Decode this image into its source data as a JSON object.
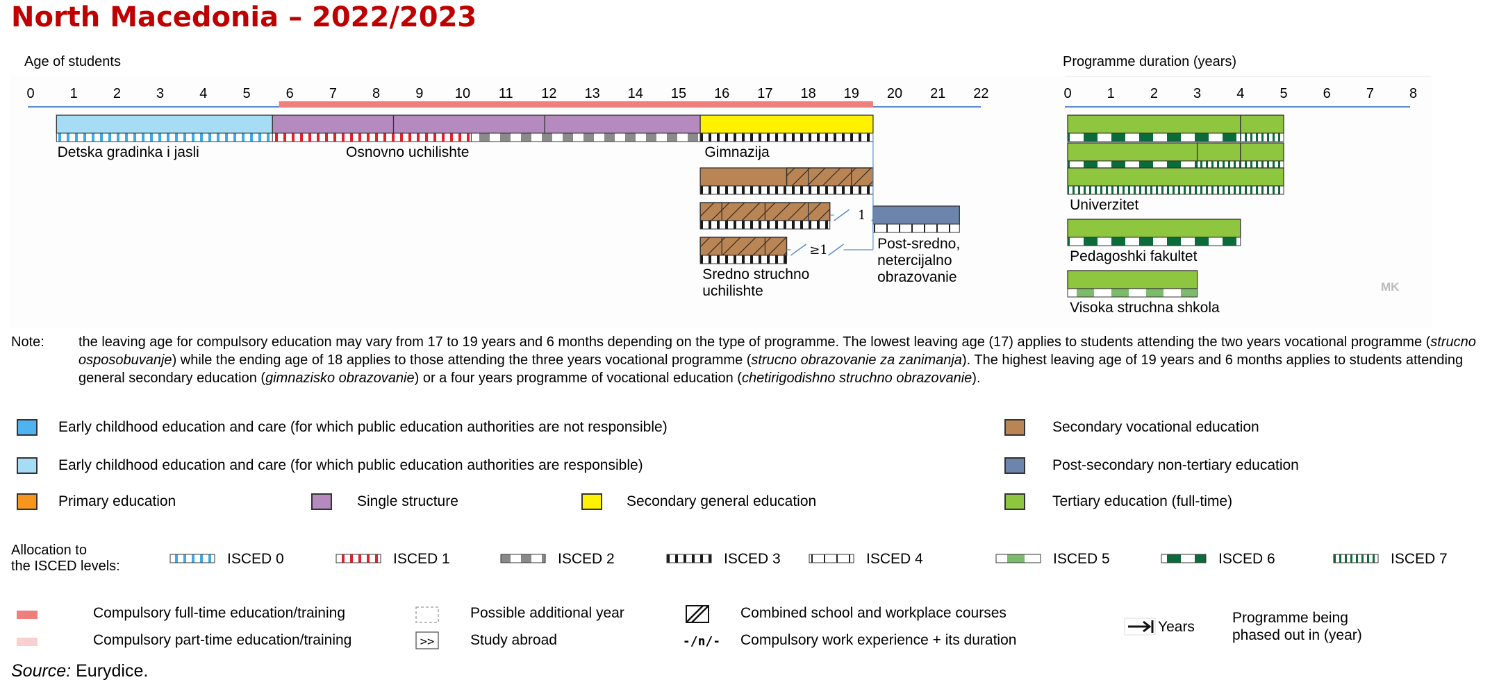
{
  "title": "North Macedonia – 2022/2023",
  "age_axis": {
    "title": "Age of students",
    "ticks": [
      "0",
      "1",
      "2",
      "3",
      "4",
      "5",
      "6",
      "7",
      "8",
      "9",
      "10",
      "11",
      "12",
      "13",
      "14",
      "15",
      "16",
      "17",
      "18",
      "19",
      "20",
      "21",
      "22"
    ]
  },
  "duration_axis": {
    "title": "Programme duration (years)",
    "ticks": [
      "0",
      "1",
      "2",
      "3",
      "4",
      "5",
      "6",
      "7",
      "8"
    ]
  },
  "compulsory_range": [
    5.75,
    19.5
  ],
  "programmes": [
    {
      "label": "Detska gradinka i jasli",
      "type": "ecec-public",
      "start": 0.6,
      "end": 5.6,
      "isced": "isced0"
    },
    {
      "label": "Osnovno uchilishte",
      "type": "single-structure",
      "start": 5.6,
      "end": 15.5,
      "dividers": [
        8.4,
        11.9
      ],
      "isced_parts": [
        [
          "isced1",
          5.6,
          10.2
        ],
        [
          "isced2",
          10.2,
          15.5
        ]
      ]
    },
    {
      "label": "Gimnazija",
      "type": "secondary-general",
      "start": 15.5,
      "end": 19.5,
      "isced": "isced3"
    },
    {
      "label": "",
      "type": "secondary-vocational",
      "start": 15.5,
      "end": 19.5,
      "combined_from": 17.5,
      "isced": "isced3"
    },
    {
      "label": "",
      "type": "secondary-vocational",
      "start": 15.5,
      "end": 18.5,
      "combined_from": 15.5,
      "isced": "isced3",
      "work_experience": "1"
    },
    {
      "label": "Sredno struchno\nuchilishte",
      "type": "secondary-vocational",
      "start": 15.5,
      "end": 17.5,
      "combined_from": 15.5,
      "isced": "isced3",
      "work_experience": "≥1"
    },
    {
      "label": "Post-sredno,\nnetercijalno\nobrazovanie",
      "type": "post-secondary",
      "start": 19.5,
      "end": 21.5,
      "isced": "isced4"
    }
  ],
  "tertiary": [
    {
      "label": "",
      "bars": [
        {
          "start": 0,
          "end": 4,
          "isced": "isced6"
        },
        {
          "start": 4,
          "end": 5,
          "isced": "isced7"
        }
      ]
    },
    {
      "label": "",
      "bars": [
        {
          "start": 0,
          "end": 3,
          "isced": "isced6"
        },
        {
          "start": 3,
          "end": 4,
          "isced": "isced7"
        },
        {
          "start": 4,
          "end": 5,
          "isced": "isced7"
        }
      ]
    },
    {
      "label": "Univerzitet",
      "bars": [
        {
          "start": 0,
          "end": 5,
          "isced": "isced7"
        }
      ]
    },
    {
      "label": "Pedagoshki fakultet",
      "bars": [
        {
          "start": 0,
          "end": 4,
          "isced": "isced6"
        }
      ]
    },
    {
      "label": "Visoka struchna shkola",
      "bars": [
        {
          "start": 0,
          "end": 3,
          "isced": "isced5"
        }
      ]
    }
  ],
  "country_code": "MK",
  "note": {
    "label": "Note:",
    "parts": [
      {
        "t": "the leaving age for compulsory education may vary from 17 to 19 years and 6 months depending on the type of programme. The lowest leaving age (17) applies to students attending the two years vocational programme (",
        "i": false
      },
      {
        "t": "strucno osposobuvanje",
        "i": true
      },
      {
        "t": ") while the ending age of 18 applies to those attending the three years vocational programme (",
        "i": false
      },
      {
        "t": "strucno obrazovanie za zanimanja",
        "i": true
      },
      {
        "t": "). The highest leaving age of 19 years and 6 months applies to students attending general secondary education (",
        "i": false
      },
      {
        "t": "gimnazisko obrazovanie",
        "i": true
      },
      {
        "t": ") or a four years programme of vocational education (",
        "i": false
      },
      {
        "t": "chetirigodishno struchno obrazovanie",
        "i": true
      },
      {
        "t": ").",
        "i": false
      }
    ]
  },
  "colors": {
    "ecec_not_responsible": "#4fb3ef",
    "ecec_responsible": "#a6dcf6",
    "primary": "#f7961d",
    "single_structure": "#b48abf",
    "secondary_general": "#fff100",
    "secondary_vocational": "#b98555",
    "post_secondary": "#6d84ad",
    "tertiary": "#8ec640",
    "compulsory_full": "#ef7f7d",
    "compulsory_part": "#f9d0cf",
    "axis": "#5b8ccf"
  },
  "legend": {
    "types": [
      {
        "key": "ecec_not_responsible",
        "label": "Early childhood education and care (for which public education authorities are not responsible)"
      },
      {
        "key": "ecec_responsible",
        "label": "Early childhood education and care (for which public education authorities are responsible)"
      },
      {
        "key": "primary",
        "label": "Primary education"
      },
      {
        "key": "single_structure",
        "label": "Single structure"
      },
      {
        "key": "secondary_general",
        "label": "Secondary general education"
      },
      {
        "key": "secondary_vocational",
        "label": "Secondary vocational education"
      },
      {
        "key": "post_secondary",
        "label": "Post-secondary non-tertiary education"
      },
      {
        "key": "tertiary",
        "label": "Tertiary education (full-time)"
      }
    ],
    "isced_title": "Allocation to\nthe ISCED levels:",
    "isced": [
      {
        "key": "isced0",
        "label": "ISCED 0"
      },
      {
        "key": "isced1",
        "label": "ISCED 1"
      },
      {
        "key": "isced2",
        "label": "ISCED 2"
      },
      {
        "key": "isced3",
        "label": "ISCED 3"
      },
      {
        "key": "isced4",
        "label": "ISCED 4"
      },
      {
        "key": "isced5",
        "label": "ISCED 5"
      },
      {
        "key": "isced6",
        "label": "ISCED 6"
      },
      {
        "key": "isced7",
        "label": "ISCED 7"
      }
    ],
    "other": [
      {
        "key": "compulsory_full",
        "label": "Compulsory full-time education/training"
      },
      {
        "key": "compulsory_part",
        "label": "Compulsory part-time education/training"
      },
      {
        "key": "additional_year",
        "label": "Possible additional year"
      },
      {
        "key": "study_abroad",
        "label": "Study abroad",
        "glyph": ">>"
      },
      {
        "key": "combined",
        "label": "Combined school and workplace courses"
      },
      {
        "key": "work_experience",
        "label": "Compulsory work experience + its duration",
        "glyph": "-/n/-"
      },
      {
        "key": "years_arrow",
        "label": "Years"
      },
      {
        "key": "phased_out",
        "label": "Programme being\nphased out in (year)"
      }
    ]
  },
  "source": {
    "label": "Source:",
    "text": "Eurydice."
  }
}
